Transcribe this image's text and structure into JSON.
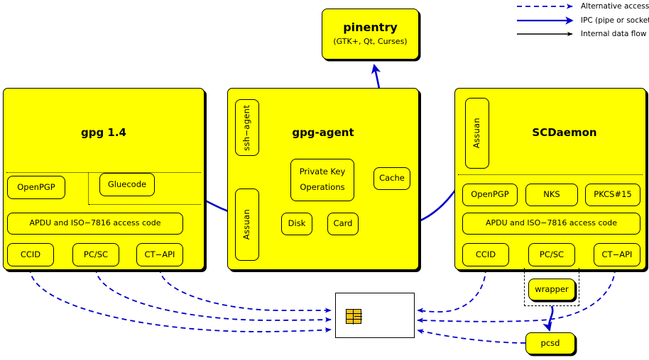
{
  "diagram": {
    "title": "GnuPG smartcard architecture",
    "colors": {
      "node_fill": "#ffff00",
      "node_stroke": "#000000",
      "ipc_arrow": "#0000cc",
      "alt_path": "#0000cc",
      "internal_flow": "#000000",
      "card_fill": "#ffffff",
      "chip_fill": "#f5c518"
    }
  },
  "legend": {
    "items": [
      {
        "label": "Alternative access paths",
        "style": "dashed-blue"
      },
      {
        "label": "IPC (pipe or socket)",
        "style": "solid-blue-thick"
      },
      {
        "label": "Internal data flow",
        "style": "solid-black-thin"
      }
    ]
  },
  "pinentry": {
    "title": "pinentry",
    "subtitle": "(GTK+, Qt, Curses)"
  },
  "gpg": {
    "title": "gpg 1.4",
    "gluecode": "Gluecode",
    "openpgp": "OpenPGP",
    "apdu": "APDU and ISO−7816 access code",
    "drivers": [
      "CCID",
      "PC/SC",
      "CT−API"
    ]
  },
  "gpg_agent": {
    "title": "gpg-agent",
    "ssh_agent": "ssh−agent",
    "assuan": "Assuan",
    "private_key_ops_line1": "Private Key",
    "private_key_ops_line2": "Operations",
    "cache": "Cache",
    "disk": "Disk",
    "card": "Card"
  },
  "scdaemon": {
    "title": "SCDaemon",
    "assuan": "Assuan",
    "apps": [
      "OpenPGP",
      "NKS",
      "PKCS#15"
    ],
    "apdu": "APDU and ISO−7816 access code",
    "drivers": [
      "CCID",
      "PC/SC",
      "CT−API"
    ]
  },
  "bottom": {
    "wrapper": "wrapper",
    "pcsd": "pcsd",
    "smartcard": "smartcard"
  }
}
